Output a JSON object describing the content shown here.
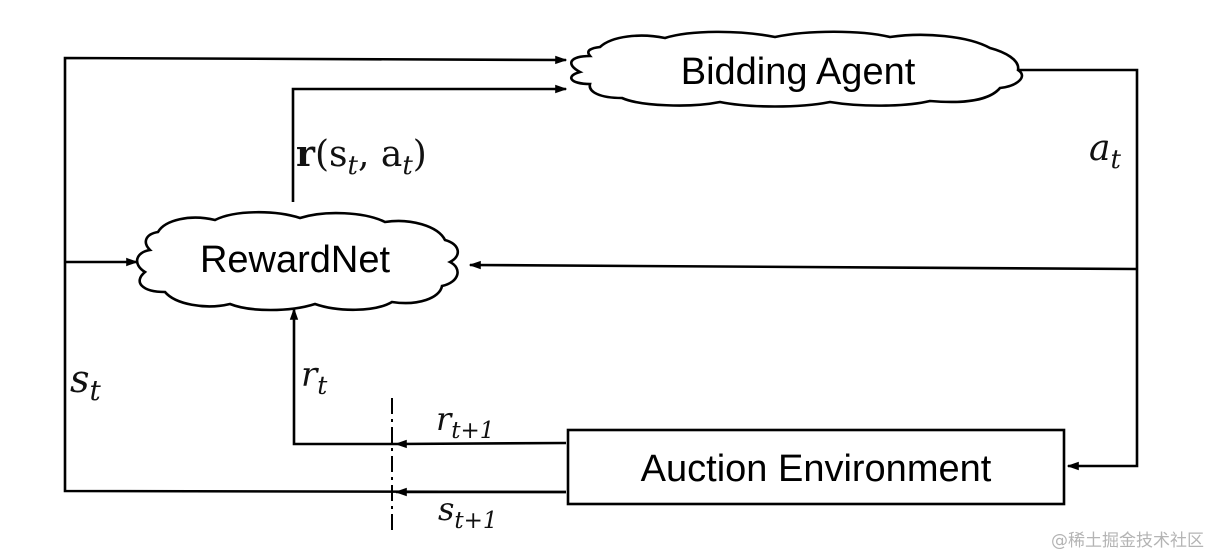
{
  "nodes": {
    "bidding_agent": "Bidding Agent",
    "reward_net": "RewardNet",
    "auction_environment": "Auction Environment"
  },
  "edge_labels": {
    "reward_fn_prefix": "r",
    "reward_fn_args": "(s",
    "reward_fn_sub1": "t",
    "reward_fn_mid": ", a",
    "reward_fn_sub2": "t",
    "reward_fn_close": ")",
    "action_main": "a",
    "action_sub": "t",
    "state_main": "s",
    "state_sub": "t",
    "reward_main": "r",
    "reward_sub": "t",
    "next_reward_main": "r",
    "next_reward_sub": "t+1",
    "next_state_main": "s",
    "next_state_sub": "t+1"
  },
  "watermark": "@稀土掘金技术社区"
}
